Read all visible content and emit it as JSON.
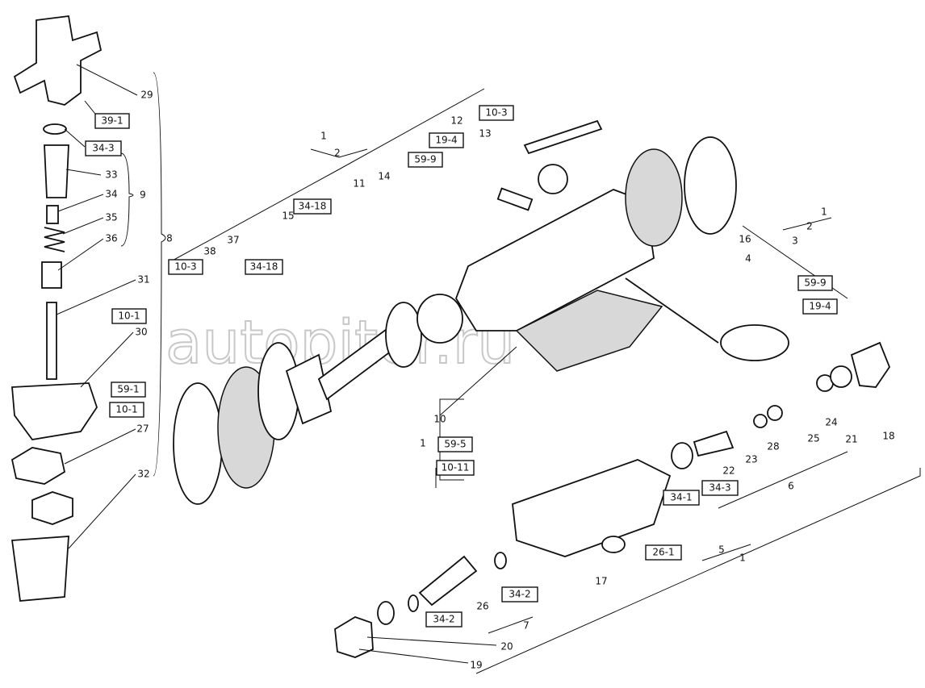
{
  "watermark": "autopiter.ru",
  "boxed_labels": [
    "39-1",
    "34-3",
    "10-3",
    "19-4",
    "59-9",
    "34-18",
    "10-3",
    "34-18",
    "10-1",
    "59-1",
    "10-1",
    "59-9",
    "19-4",
    "59-5",
    "10-11",
    "34-1",
    "34-3",
    "26-1",
    "34-2",
    "34-2"
  ],
  "labels": [
    "29",
    "33",
    "34",
    "35",
    "36",
    "9",
    "8",
    "31",
    "30",
    "27",
    "32",
    "38",
    "37",
    "15",
    "11",
    "14",
    "12",
    "13",
    "1",
    "2",
    "16",
    "4",
    "1",
    "2",
    "3",
    "10",
    "1",
    "17",
    "5",
    "1",
    "22",
    "23",
    "28",
    "25",
    "24",
    "21",
    "18",
    "6",
    "26",
    "7",
    "20",
    "19"
  ]
}
